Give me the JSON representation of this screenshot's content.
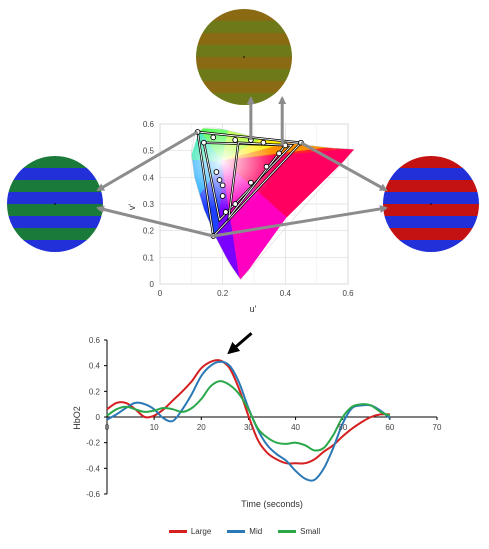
{
  "colors": {
    "green": "#1a7a3a",
    "blue": "#2130d8",
    "red": "#c41212",
    "olive": "#8a6a12",
    "olive_alt": "#6e7a1a",
    "arrow": "#8c8c8c"
  },
  "swatches": [
    {
      "id": "top",
      "stripes": [
        "olive",
        "olive_alt"
      ]
    },
    {
      "id": "left",
      "stripes": [
        "green",
        "blue"
      ]
    },
    {
      "id": "right",
      "stripes": [
        "red",
        "blue"
      ]
    }
  ],
  "chart_data": [
    {
      "type": "scatter",
      "chart": "CIE 1976 u'v' chromaticity diagram",
      "xlabel": "u'",
      "ylabel": "v'",
      "xlim": [
        0,
        0.6
      ],
      "ylim": [
        0,
        0.6
      ],
      "x_ticks": [
        "0",
        "0.2",
        "0.4",
        "0.6"
      ],
      "y_ticks": [
        "0",
        "0.1",
        "0.2",
        "0.3",
        "0.4",
        "0.5",
        "0.6"
      ],
      "grid": true,
      "triangles": [
        {
          "name": "Large",
          "vertices": [
            [
              0.12,
              0.57
            ],
            [
              0.45,
              0.53
            ],
            [
              0.17,
              0.18
            ]
          ]
        },
        {
          "name": "Mid",
          "vertices": [
            [
              0.14,
              0.53
            ],
            [
              0.42,
              0.52
            ],
            [
              0.19,
              0.24
            ]
          ]
        },
        {
          "name": "Small",
          "vertices": [
            [
              0.25,
              0.53
            ],
            [
              0.4,
              0.52
            ],
            [
              0.22,
              0.25
            ]
          ]
        }
      ],
      "points": [
        [
          0.12,
          0.57
        ],
        [
          0.17,
          0.55
        ],
        [
          0.24,
          0.54
        ],
        [
          0.29,
          0.54
        ],
        [
          0.33,
          0.53
        ],
        [
          0.4,
          0.52
        ],
        [
          0.45,
          0.53
        ],
        [
          0.14,
          0.53
        ],
        [
          0.18,
          0.42
        ],
        [
          0.19,
          0.39
        ],
        [
          0.2,
          0.37
        ],
        [
          0.2,
          0.33
        ],
        [
          0.21,
          0.27
        ],
        [
          0.17,
          0.18
        ],
        [
          0.24,
          0.3
        ],
        [
          0.29,
          0.38
        ],
        [
          0.34,
          0.44
        ],
        [
          0.38,
          0.49
        ]
      ]
    },
    {
      "type": "line",
      "xlabel": "Time (seconds)",
      "ylabel": "HbO2",
      "xlim": [
        0,
        70
      ],
      "ylim": [
        -0.6,
        0.6
      ],
      "x_ticks": [
        "0",
        "10",
        "20",
        "30",
        "40",
        "50",
        "60",
        "70"
      ],
      "y_ticks": [
        "0.6",
        "0.4",
        "0.2",
        "0",
        "-0.2",
        "-0.4",
        "-0.6"
      ],
      "x": [
        0,
        2,
        4,
        6,
        8,
        10,
        12,
        14,
        16,
        18,
        20,
        22,
        24,
        26,
        28,
        30,
        32,
        34,
        36,
        38,
        40,
        42,
        44,
        46,
        48,
        50,
        52,
        54,
        56,
        58,
        60
      ],
      "series": [
        {
          "name": "Large",
          "color": "#d42020",
          "values": [
            0.06,
            0.11,
            0.11,
            0.06,
            0.0,
            0.01,
            0.06,
            0.13,
            0.2,
            0.28,
            0.38,
            0.43,
            0.44,
            0.38,
            0.22,
            0.01,
            -0.18,
            -0.28,
            -0.33,
            -0.36,
            -0.36,
            -0.36,
            -0.33,
            -0.27,
            -0.22,
            -0.15,
            -0.09,
            -0.04,
            0.0,
            0.02,
            0.02
          ]
        },
        {
          "name": "Mid",
          "color": "#2a78b5",
          "values": [
            -0.02,
            0.02,
            0.07,
            0.11,
            0.1,
            0.06,
            -0.01,
            -0.03,
            0.06,
            0.18,
            0.32,
            0.4,
            0.43,
            0.4,
            0.27,
            0.07,
            -0.1,
            -0.22,
            -0.29,
            -0.34,
            -0.42,
            -0.48,
            -0.49,
            -0.4,
            -0.24,
            -0.05,
            0.07,
            0.09,
            0.09,
            0.05,
            -0.01
          ]
        },
        {
          "name": "Small",
          "color": "#2aa84a",
          "values": [
            0.01,
            0.06,
            0.08,
            0.06,
            0.04,
            0.05,
            0.07,
            0.06,
            0.04,
            0.07,
            0.14,
            0.24,
            0.28,
            0.25,
            0.18,
            0.06,
            -0.09,
            -0.16,
            -0.2,
            -0.21,
            -0.2,
            -0.22,
            -0.26,
            -0.24,
            -0.14,
            0.0,
            0.08,
            0.1,
            0.09,
            0.04,
            0.01
          ]
        }
      ],
      "annotation": {
        "x": 24.5,
        "y": 0.45,
        "type": "arrow"
      }
    }
  ]
}
